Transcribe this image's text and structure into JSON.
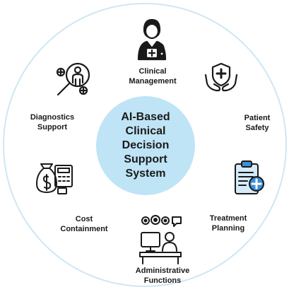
{
  "center": {
    "title": "AI-Based\nClinical\nDecision\nSupport\nSystem"
  },
  "nodes": [
    {
      "id": "clinical-management",
      "label": "Clinical\nManagement",
      "icon": "doctor-icon"
    },
    {
      "id": "patient-safety",
      "label": "Patient\nSafety",
      "icon": "hands-shield-icon"
    },
    {
      "id": "treatment-planning",
      "label": "Treatment\nPlanning",
      "icon": "clipboard-medical-icon"
    },
    {
      "id": "administrative-functions",
      "label": "Administrative\nFunctions",
      "icon": "office-worker-icon"
    },
    {
      "id": "cost-containment",
      "label": "Cost\nContainment",
      "icon": "money-calculator-icon"
    },
    {
      "id": "diagnostics-support",
      "label": "Diagnostics\nSupport",
      "icon": "magnifier-patient-icon"
    }
  ],
  "colors": {
    "center_fill": "#bfe4f6",
    "ring": "#cfe6f4",
    "icon_stroke": "#1a1a1a",
    "accent_blue": "#3d8fd6"
  }
}
